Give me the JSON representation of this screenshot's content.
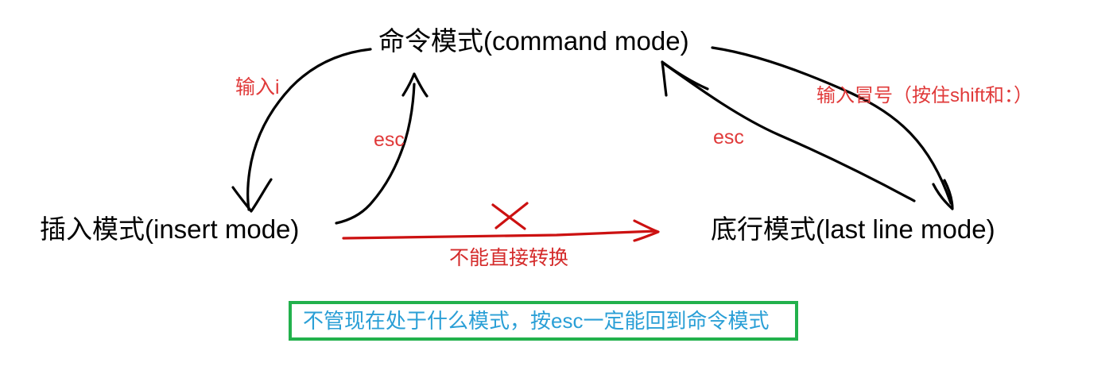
{
  "diagram": {
    "title_nodes": {
      "command_mode": "命令模式(command mode)",
      "insert_mode": "插入模式(insert mode)",
      "last_line_mode": "底行模式(last line mode)"
    },
    "annotations": {
      "input_i": "输入i",
      "esc_left": "esc",
      "esc_right": "esc",
      "input_colon": "输入冒号（按住shift和：）",
      "cannot_convert": "不能直接转换"
    },
    "note": {
      "text": "不管现在处于什么模式，按esc一定能回到命令模式",
      "border_color": "#22b14c",
      "text_color": "#2a9fd6"
    },
    "colors": {
      "stroke": "#000000",
      "annotation_red": "#e03a3a",
      "forbid_red": "#cc1111",
      "note_border_green": "#22b14c",
      "note_text_blue": "#2a9fd6",
      "background": "#ffffff"
    },
    "edges": [
      {
        "name": "command-to-insert",
        "from": "command_mode",
        "to": "insert_mode",
        "label": "输入i",
        "arrowhead": "down"
      },
      {
        "name": "insert-to-command",
        "from": "insert_mode",
        "to": "command_mode",
        "label": "esc",
        "arrowhead": "up"
      },
      {
        "name": "command-to-lastline",
        "from": "command_mode",
        "to": "last_line_mode",
        "label": "输入冒号（按住shift和：）",
        "arrowhead": "down-right"
      },
      {
        "name": "lastline-to-command",
        "from": "last_line_mode",
        "to": "command_mode",
        "label": "esc",
        "arrowhead": "up-left"
      },
      {
        "name": "insert-to-lastline-forbidden",
        "from": "insert_mode",
        "to": "last_line_mode",
        "label": "不能直接转换",
        "arrowhead": "right",
        "crossed_out": true
      }
    ]
  }
}
